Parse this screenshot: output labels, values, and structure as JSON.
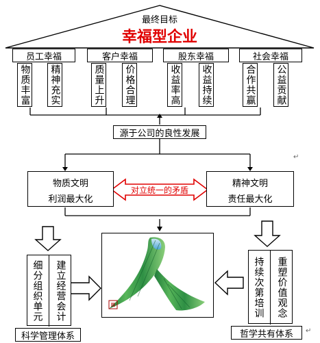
{
  "top": {
    "goal_label": "最终目标",
    "enterprise_title": "幸福型企业",
    "title_color": "#e00000"
  },
  "happiness": [
    {
      "title": "员工幸福",
      "items": [
        "物质丰富",
        "精神充实"
      ]
    },
    {
      "title": "客户幸福",
      "items": [
        "质量上升",
        "价格合理"
      ]
    },
    {
      "title": "股东幸福",
      "items": [
        "收益率高",
        "收益持续"
      ]
    },
    {
      "title": "社会幸福",
      "items": [
        "合作共赢",
        "公益贡献"
      ]
    }
  ],
  "source_box": "源于公司的良性发展",
  "material": {
    "line1": "物质文明",
    "line2": "利润最大化"
  },
  "spiritual": {
    "line1": "精神文明",
    "line2": "责任最大化"
  },
  "contradiction": {
    "label": "对立统一的矛盾",
    "color": "#e00000"
  },
  "left_system": {
    "items": [
      "细分组织单元",
      "建立经营会计"
    ],
    "label": "科学管理体系"
  },
  "right_system": {
    "items": [
      "持续次第培训",
      "重塑价值观念"
    ],
    "label": "哲学共有体系"
  },
  "return_mark": "↵"
}
